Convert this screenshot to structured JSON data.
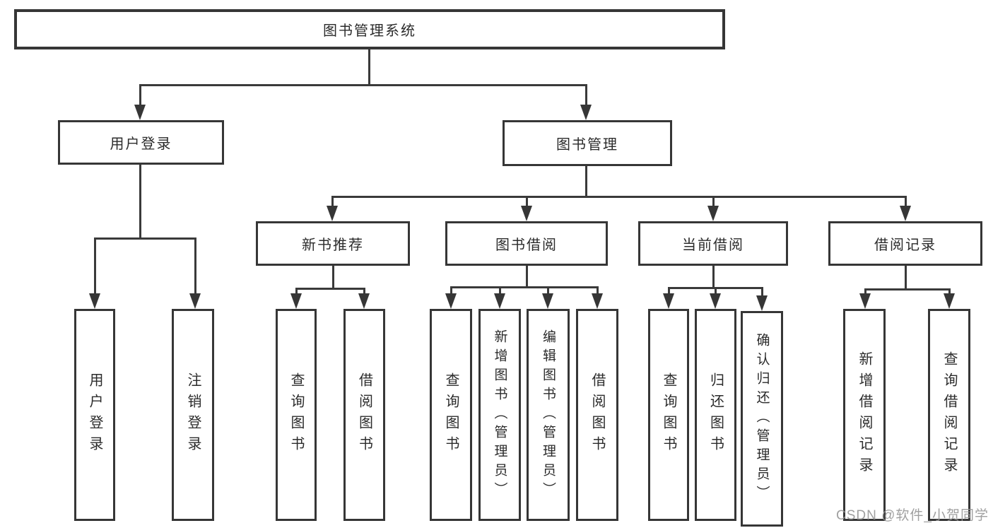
{
  "root": {
    "label": "图书管理系统"
  },
  "level2": {
    "user_login": {
      "label": "用户登录"
    },
    "book_management": {
      "label": "图书管理"
    }
  },
  "level3": {
    "new_book_recommend": {
      "label": "新书推荐"
    },
    "book_borrowing": {
      "label": "图书借阅"
    },
    "current_borrowing": {
      "label": "当前借阅"
    },
    "borrowing_records": {
      "label": "借阅记录"
    }
  },
  "leaves": {
    "user_login": {
      "label": "用户登录"
    },
    "logout": {
      "label": "注销登录"
    },
    "nbr_query_books": {
      "label": "查询图书"
    },
    "nbr_borrow_books": {
      "label": "借阅图书"
    },
    "bb_query_books": {
      "label": "查询图书"
    },
    "bb_add_books": {
      "label": "新增图书（管理员）"
    },
    "bb_edit_books": {
      "label": "编辑图书（管理员）"
    },
    "bb_borrow_books": {
      "label": "借阅图书"
    },
    "cb_query_books": {
      "label": "查询图书"
    },
    "cb_return_books": {
      "label": "归还图书"
    },
    "cb_confirm_return": {
      "label": "确认归还（管理员）"
    },
    "br_add_record": {
      "label": "新增借阅记录"
    },
    "br_query_record": {
      "label": "查询借阅记录"
    }
  },
  "watermark": {
    "text": "CSDN @软件_小贺同学"
  },
  "colors": {
    "line": "#3a3a3a",
    "box_border": "#363636",
    "text": "#2b2b2b",
    "watermark": "#969696",
    "background": "#ffffff"
  }
}
